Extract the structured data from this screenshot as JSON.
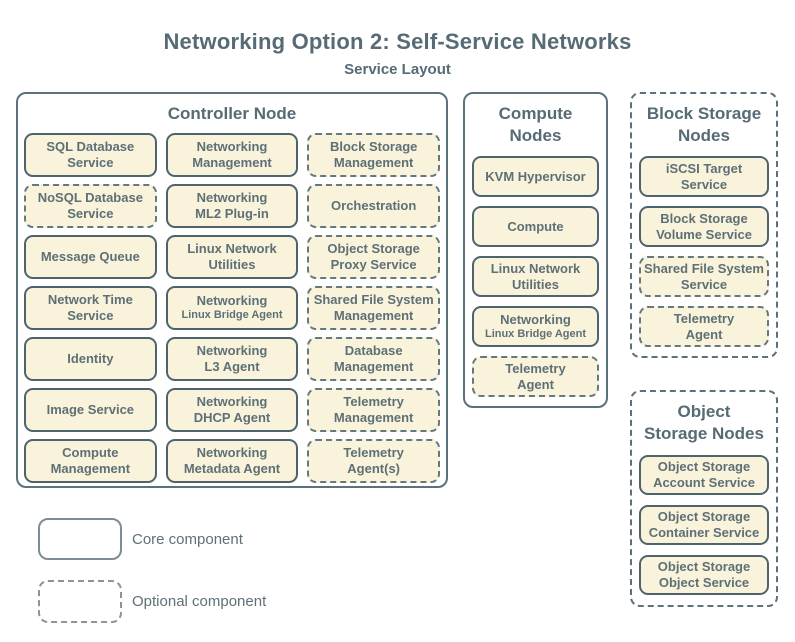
{
  "page": {
    "title": "Networking Option 2: Self-Service Networks",
    "subtitle": "Service Layout",
    "colors": {
      "box_fill": "#faf3dc",
      "core_border": "#4e646d",
      "optional_border": "#64787f",
      "panel_border": "#5b717b",
      "text": "#5d7076"
    }
  },
  "legend": {
    "core_label": "Core component",
    "optional_label": "Optional component"
  },
  "controller": {
    "title": "Controller Node",
    "services": [
      {
        "label": "SQL Database\nService",
        "type": "core"
      },
      {
        "label": "Networking\nManagement",
        "type": "core"
      },
      {
        "label": "Block Storage\nManagement",
        "type": "optional"
      },
      {
        "label": "NoSQL Database\nService",
        "type": "optional"
      },
      {
        "label": "Networking\nML2 Plug-in",
        "type": "core"
      },
      {
        "label": "Orchestration",
        "type": "optional"
      },
      {
        "label": "Message Queue",
        "type": "core"
      },
      {
        "label": "Linux Network\nUtilities",
        "type": "core"
      },
      {
        "label": "Object Storage\nProxy Service",
        "type": "optional"
      },
      {
        "label": "Network Time\nService",
        "type": "core"
      },
      {
        "label": "Networking",
        "sublabel": "Linux Bridge Agent",
        "type": "core"
      },
      {
        "label": "Shared File System\nManagement",
        "type": "optional"
      },
      {
        "label": "Identity",
        "type": "core"
      },
      {
        "label": "Networking\nL3 Agent",
        "type": "core"
      },
      {
        "label": "Database\nManagement",
        "type": "optional"
      },
      {
        "label": "Image Service",
        "type": "core"
      },
      {
        "label": "Networking\nDHCP Agent",
        "type": "core"
      },
      {
        "label": "Telemetry\nManagement",
        "type": "optional"
      },
      {
        "label": "Compute\nManagement",
        "type": "core"
      },
      {
        "label": "Networking\nMetadata Agent",
        "type": "core"
      },
      {
        "label": "Telemetry\nAgent(s)",
        "type": "optional"
      }
    ]
  },
  "compute": {
    "title_line1": "Compute",
    "title_line2": "Nodes",
    "services": [
      {
        "label": "KVM Hypervisor",
        "type": "core"
      },
      {
        "label": "Compute",
        "type": "core"
      },
      {
        "label": "Linux Network\nUtilities",
        "type": "core"
      },
      {
        "label": "Networking",
        "sublabel": "Linux Bridge Agent",
        "type": "core"
      },
      {
        "label": "Telemetry\nAgent",
        "type": "optional"
      }
    ]
  },
  "block_storage": {
    "title_line1": "Block Storage",
    "title_line2": "Nodes",
    "panel_type": "optional",
    "services": [
      {
        "label": "iSCSI Target\nService",
        "type": "core"
      },
      {
        "label": "Block Storage\nVolume Service",
        "type": "core"
      },
      {
        "label": "Shared File System\nService",
        "type": "optional"
      },
      {
        "label": "Telemetry\nAgent",
        "type": "optional"
      }
    ]
  },
  "object_storage": {
    "title_line1": "Object",
    "title_line2": "Storage Nodes",
    "panel_type": "optional",
    "services": [
      {
        "label": "Object Storage\nAccount Service",
        "type": "core"
      },
      {
        "label": "Object Storage\nContainer Service",
        "type": "core"
      },
      {
        "label": "Object Storage\nObject Service",
        "type": "core"
      }
    ]
  }
}
